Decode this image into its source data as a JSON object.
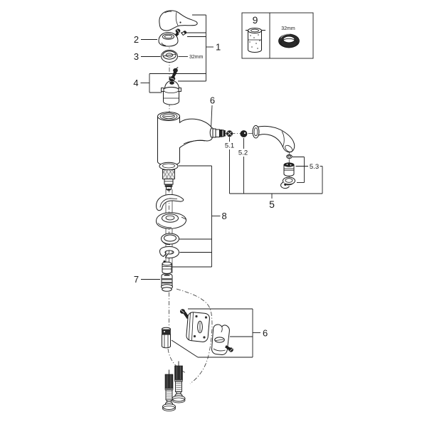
{
  "colors": {
    "line": "#1a1a1a",
    "background": "#ffffff"
  },
  "callouts": {
    "n1": "1",
    "n2": "2",
    "n3": "3",
    "n4": "4",
    "n5": "5",
    "n51": "5.1",
    "n52": "5.2",
    "n53": "5.3",
    "n6_top": "6",
    "n6_bottom": "6",
    "n7": "7",
    "n8": "8",
    "n9": "9"
  },
  "size_labels": {
    "ring_nut": "32mm",
    "inset": "32mm"
  }
}
